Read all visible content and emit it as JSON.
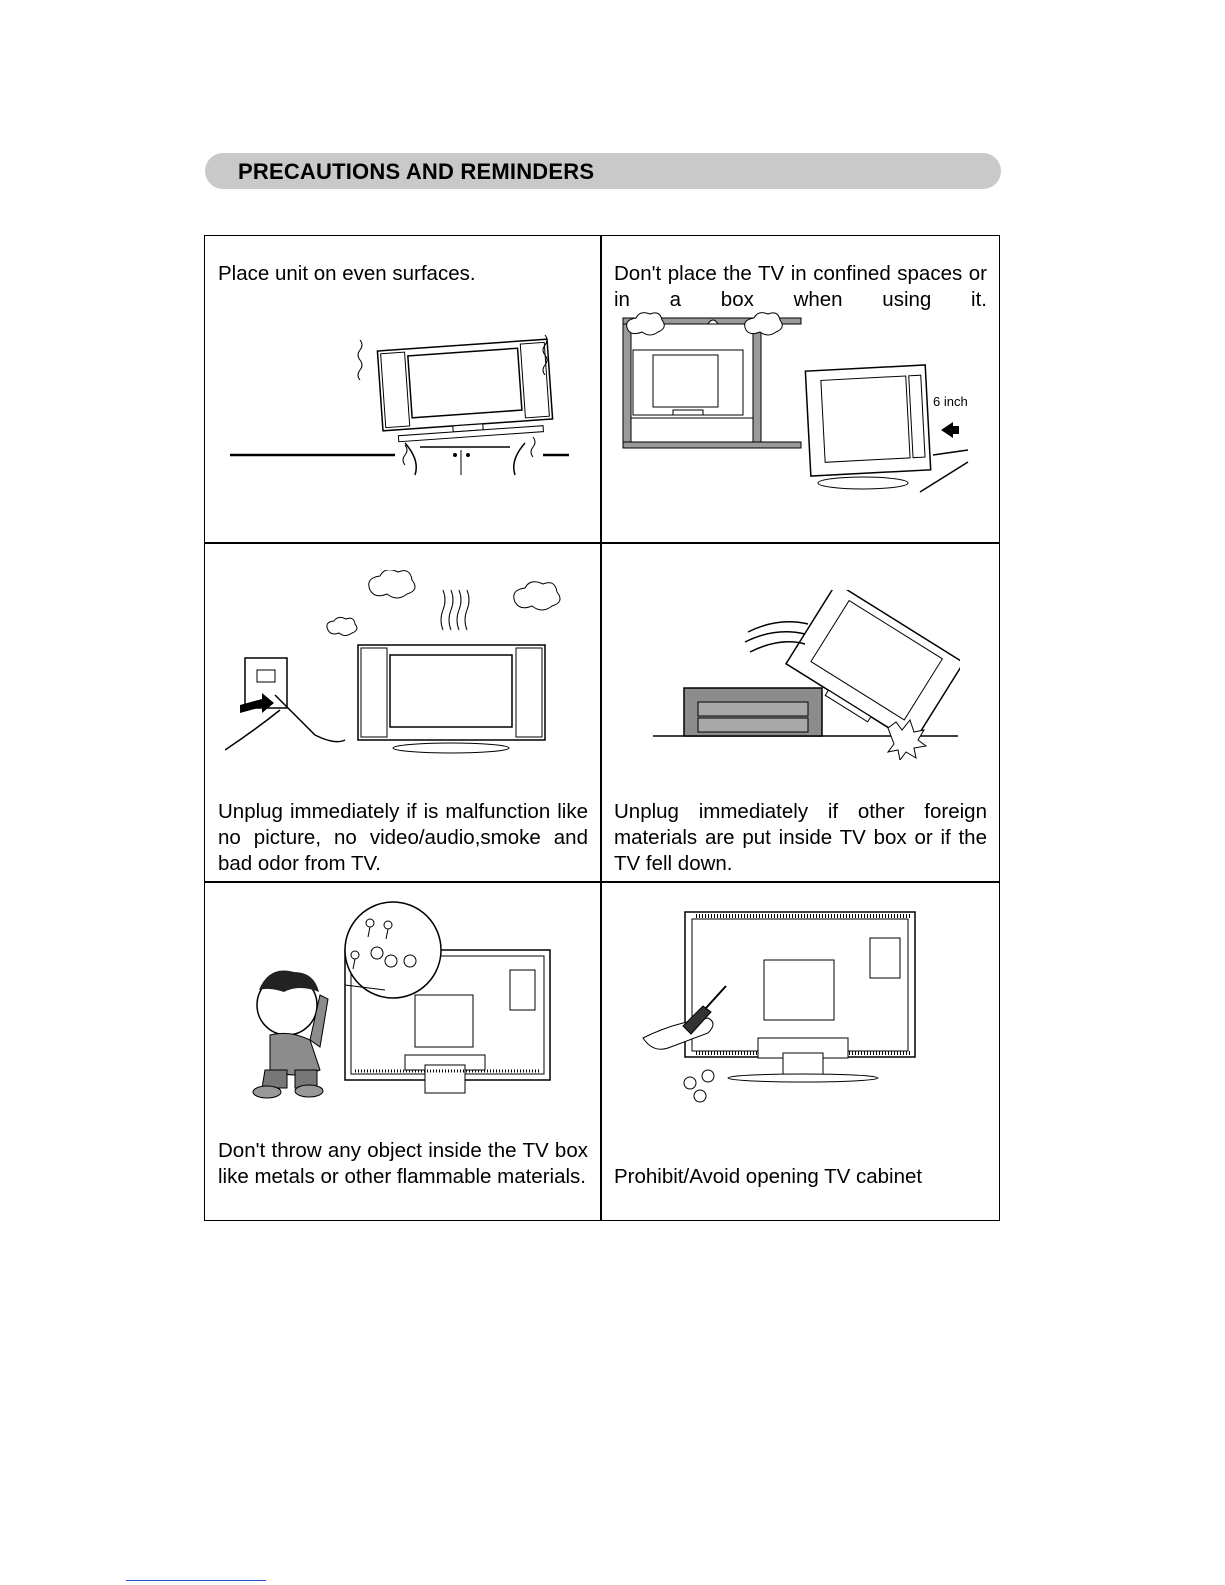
{
  "header": {
    "title": "PRECAUTIONS AND REMINDERS"
  },
  "cells": [
    {
      "text": "Place unit on even surfaces.",
      "icon": "tilted-tv-on-uneven-stand-illustration"
    },
    {
      "text": "Don't place the TV in confined spaces or in a box when using it.",
      "icon": "tv-in-cabinet-illustration",
      "label": "6 inch"
    },
    {
      "text": "Unplug immediately if is malfunction like no picture, no video/audio,smoke and bad odor from TV.",
      "icon": "unplug-smoking-tv-illustration"
    },
    {
      "text": "Unplug immediately if other foreign materials are put inside TV box or if the TV fell down.",
      "icon": "falling-tv-illustration"
    },
    {
      "text": "Don't throw any object inside the TV box like metals or other flammable materials.",
      "icon": "child-throwing-objects-illustration"
    },
    {
      "text": "Prohibit/Avoid opening TV cabinet",
      "icon": "screwdriver-opening-cabinet-illustration"
    }
  ]
}
